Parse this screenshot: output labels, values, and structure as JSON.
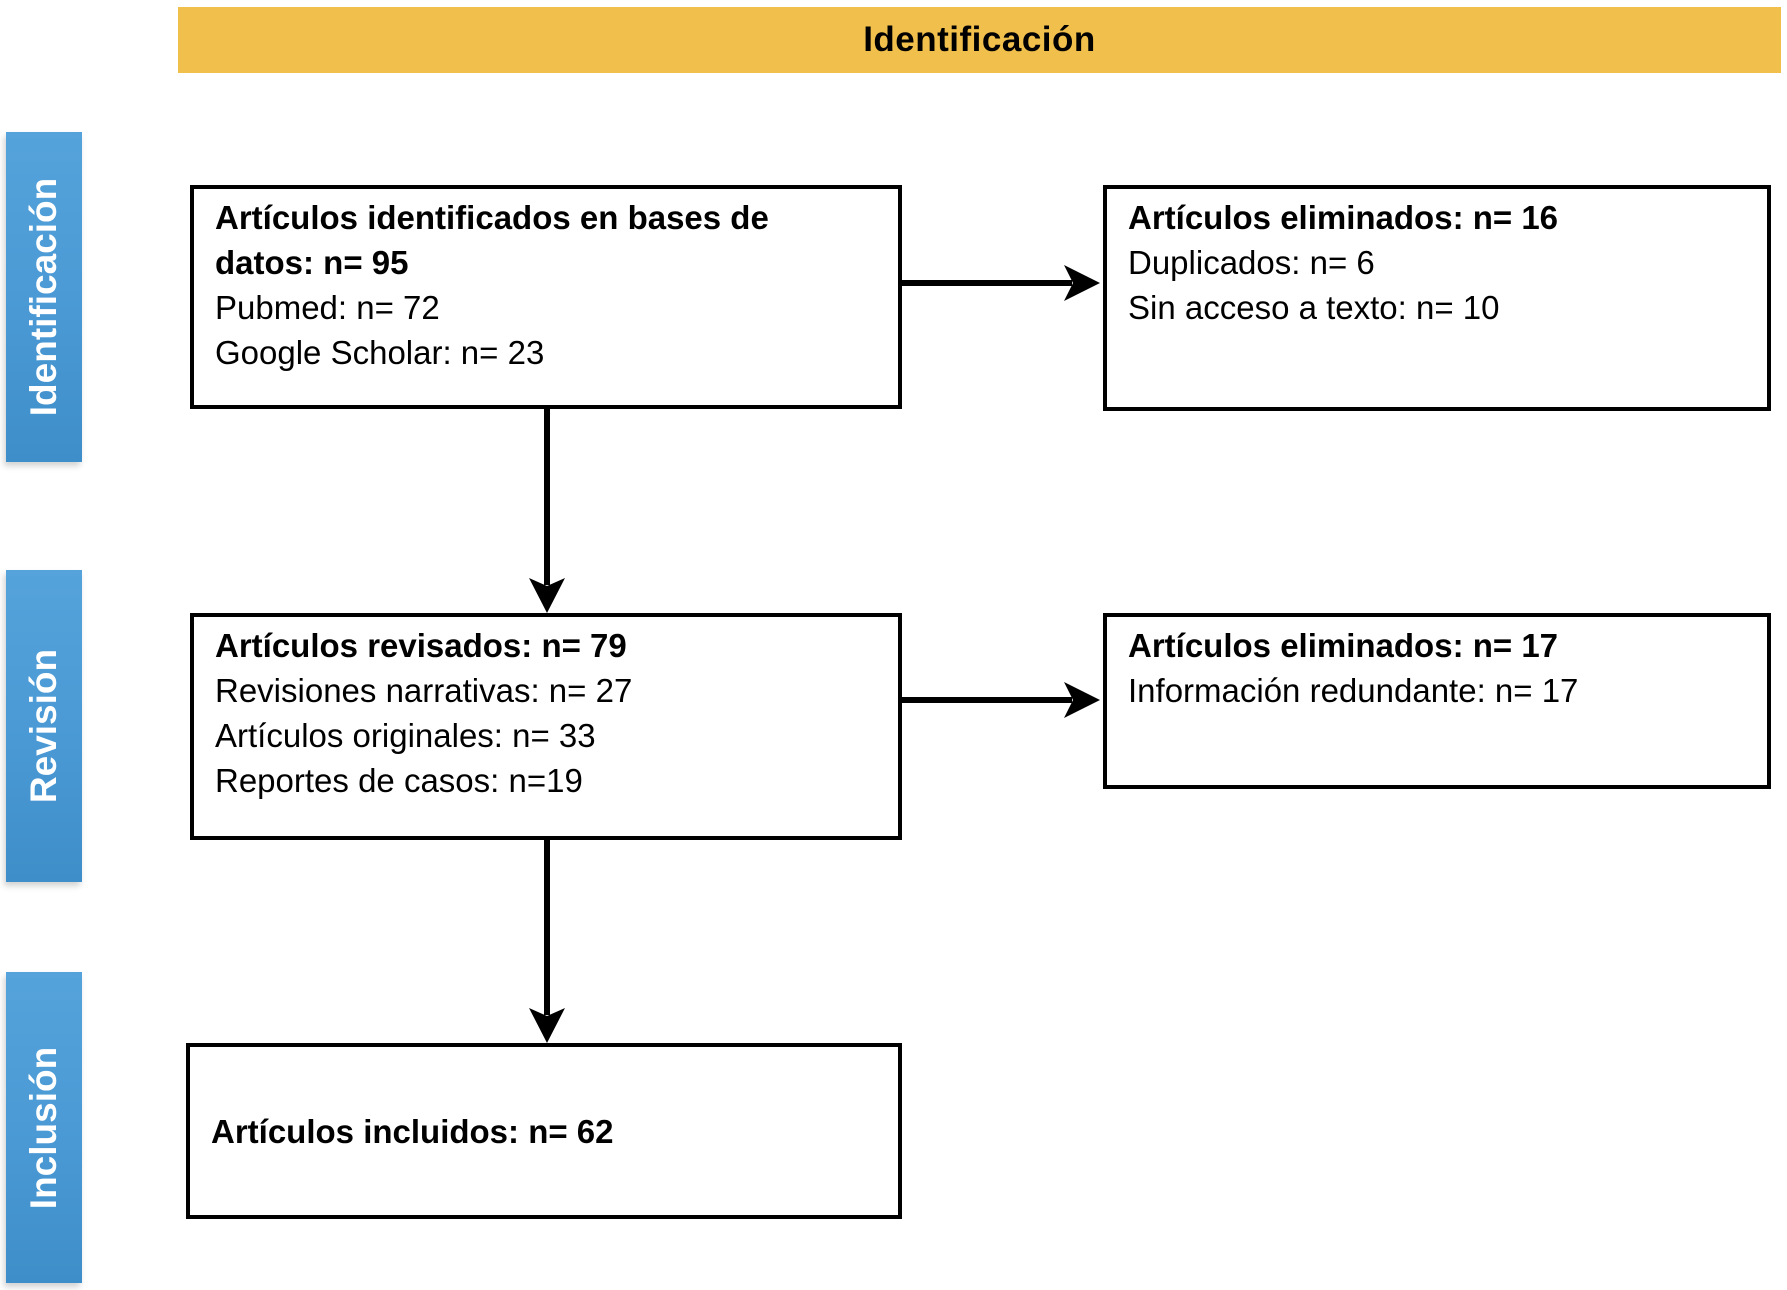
{
  "banner": {
    "label": "Identificación"
  },
  "stages": [
    {
      "label": "Identificación"
    },
    {
      "label": "Revisión"
    },
    {
      "label": "Inclusión"
    }
  ],
  "boxes": {
    "identified": {
      "title": "Artículos identificados en bases de datos: n= 95",
      "lines": [
        "Pubmed: n= 72",
        "Google Scholar: n= 23"
      ]
    },
    "removed_first": {
      "title": "Artículos eliminados: n= 16",
      "lines": [
        "Duplicados: n= 6",
        "Sin acceso a texto: n= 10"
      ]
    },
    "reviewed": {
      "title": "Artículos revisados: n= 79",
      "lines": [
        "Revisiones narrativas: n= 27",
        "Artículos originales: n= 33",
        "Reportes de casos: n=19"
      ]
    },
    "removed_second": {
      "title": "Artículos eliminados: n= 17",
      "lines": [
        "Información redundante: n= 17"
      ]
    },
    "included": {
      "title": "Artículos incluidos: n= 62",
      "lines": []
    }
  },
  "colors": {
    "banner_bg": "#F1BF4B",
    "stage_bg": "#4A99D5",
    "line_color": "#000000"
  }
}
